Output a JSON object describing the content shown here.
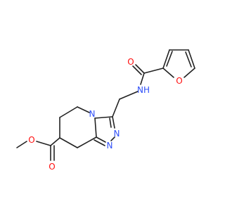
{
  "molecule": {
    "colors": {
      "bond": "#222222",
      "oxygen": "#ff0d0d",
      "nitrogen": "#3050f8",
      "background": "#ffffff"
    },
    "atoms": {
      "o_carbonyl_amide": "O",
      "nh_amide": "NH",
      "o_furan": "O",
      "n_triazole_ring": "N",
      "n_triazole_1": "N",
      "n_triazole_2": "N",
      "o_ester_carbonyl": "O",
      "o_ester_methoxy": "O"
    }
  }
}
